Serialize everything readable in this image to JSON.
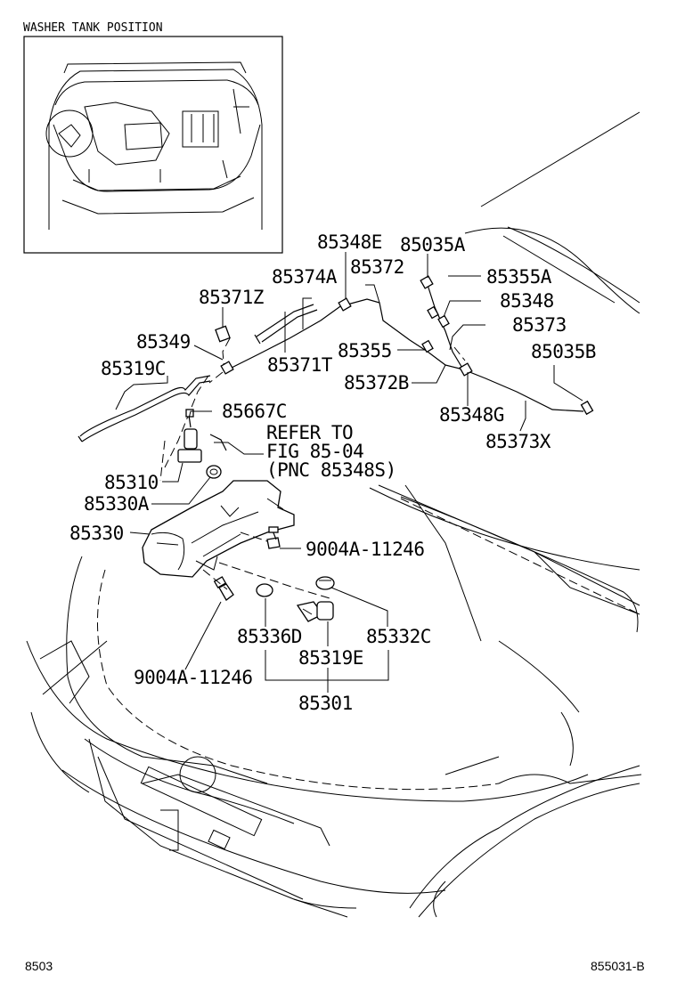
{
  "inset": {
    "title": "WASHER TANK POSITION"
  },
  "parts": {
    "p85348E": "85348E",
    "p85035A": "85035A",
    "p85374A": "85374A",
    "p85372": "85372",
    "p85371Z": "85371Z",
    "p85355A": "85355A",
    "p85348": "85348",
    "p85349": "85349",
    "p85373": "85373",
    "p85355": "85355",
    "p85035B": "85035B",
    "p85319C": "85319C",
    "p85371T": "85371T",
    "p85372B": "85372B",
    "p85667C": "85667C",
    "p85348G": "85348G",
    "p85373X": "85373X",
    "p85310": "85310",
    "p85330A": "85330A",
    "p85330": "85330",
    "p9004A_top": "9004A-11246",
    "p85336D": "85336D",
    "p85332C": "85332C",
    "p85319E": "85319E",
    "p9004A_bottom": "9004A-11246",
    "p85301": "85301"
  },
  "refer": {
    "line1": "REFER TO",
    "line2": "FIG 85-04",
    "line3": "(PNC 85348S)"
  },
  "footer": {
    "left": "8503",
    "right": "855031-B"
  }
}
